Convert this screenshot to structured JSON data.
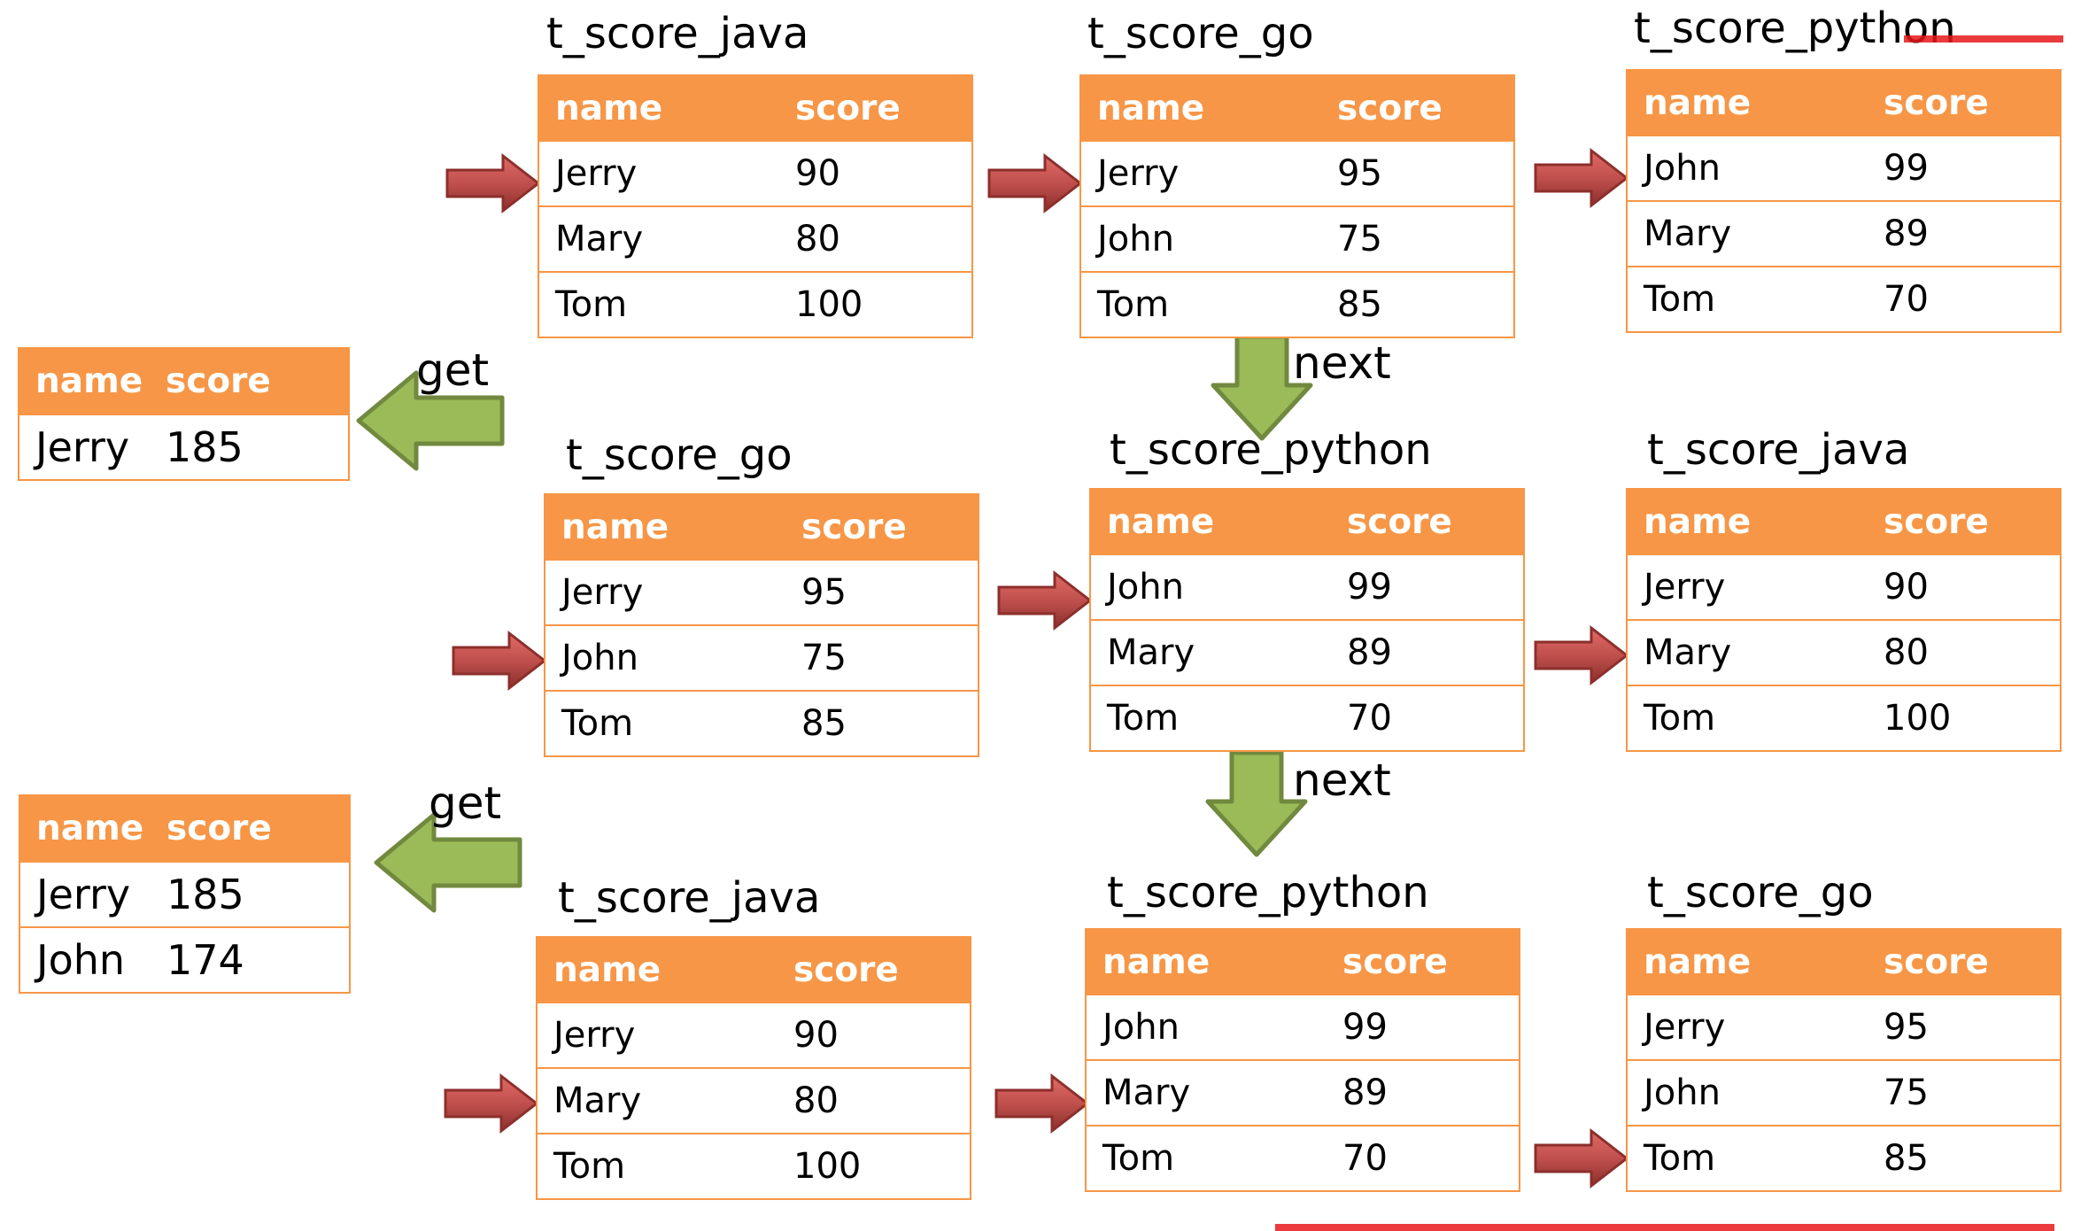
{
  "header": {
    "name": "name",
    "score": "score"
  },
  "labels": {
    "get": "get",
    "next": "next"
  },
  "rows": [
    [
      {
        "title": "t_score_java",
        "rows": [
          [
            "Jerry",
            "90"
          ],
          [
            "Mary",
            "80"
          ],
          [
            "Tom",
            "100"
          ]
        ]
      },
      {
        "title": "t_score_go",
        "rows": [
          [
            "Jerry",
            "95"
          ],
          [
            "John",
            "75"
          ],
          [
            "Tom",
            "85"
          ]
        ]
      },
      {
        "title": "t_score_python",
        "rows": [
          [
            "John",
            "99"
          ],
          [
            "Mary",
            "89"
          ],
          [
            "Tom",
            "70"
          ]
        ]
      }
    ],
    [
      {
        "title": "t_score_go",
        "rows": [
          [
            "Jerry",
            "95"
          ],
          [
            "John",
            "75"
          ],
          [
            "Tom",
            "85"
          ]
        ]
      },
      {
        "title": "t_score_python",
        "rows": [
          [
            "John",
            "99"
          ],
          [
            "Mary",
            "89"
          ],
          [
            "Tom",
            "70"
          ]
        ]
      },
      {
        "title": "t_score_java",
        "rows": [
          [
            "Jerry",
            "90"
          ],
          [
            "Mary",
            "80"
          ],
          [
            "Tom",
            "100"
          ]
        ]
      }
    ],
    [
      {
        "title": "t_score_java",
        "rows": [
          [
            "Jerry",
            "90"
          ],
          [
            "Mary",
            "80"
          ],
          [
            "Tom",
            "100"
          ]
        ]
      },
      {
        "title": "t_score_python",
        "rows": [
          [
            "John",
            "99"
          ],
          [
            "Mary",
            "89"
          ],
          [
            "Tom",
            "70"
          ]
        ]
      },
      {
        "title": "t_score_go",
        "rows": [
          [
            "Jerry",
            "95"
          ],
          [
            "John",
            "75"
          ],
          [
            "Tom",
            "85"
          ]
        ]
      }
    ]
  ],
  "results": [
    {
      "rows": [
        [
          "Jerry",
          "185"
        ]
      ]
    },
    {
      "rows": [
        [
          "Jerry",
          "185"
        ],
        [
          "John",
          "174"
        ]
      ]
    }
  ],
  "colors": {
    "header_bg": "#f79646",
    "pointer_arrow": "#953735",
    "flow_arrow": "#9bbb59"
  }
}
